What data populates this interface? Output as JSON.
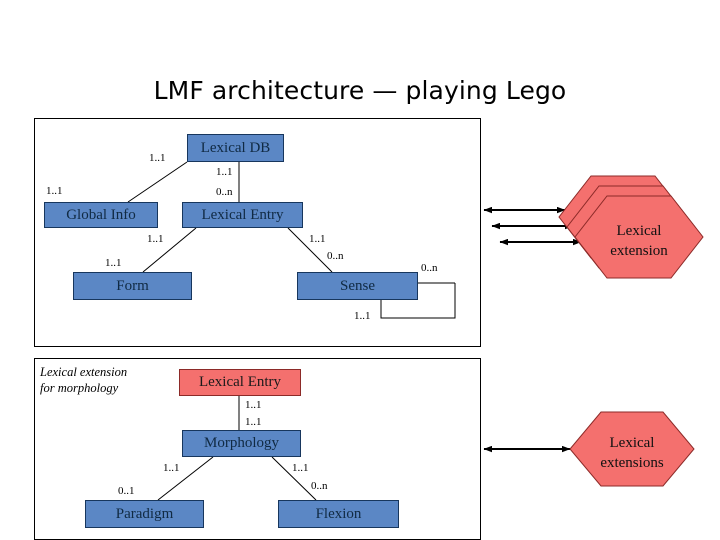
{
  "slide": {
    "title": "LMF architecture — playing Lego"
  },
  "core_panel": {
    "nodes": [
      {
        "id": "lexical-db",
        "label": "Lexical DB",
        "color": "blue"
      },
      {
        "id": "global-info",
        "label": "Global Info",
        "color": "blue"
      },
      {
        "id": "lexical-entry",
        "label": "Lexical Entry",
        "color": "blue"
      },
      {
        "id": "form",
        "label": "Form",
        "color": "blue"
      },
      {
        "id": "sense",
        "label": "Sense",
        "color": "blue"
      }
    ],
    "multiplicities": [
      {
        "id": "db-globalinfo-top",
        "value": "1..1"
      },
      {
        "id": "db-globalinfo-bottom",
        "value": "1..1"
      },
      {
        "id": "db-entry-top",
        "value": "1..1"
      },
      {
        "id": "db-entry-bottom",
        "value": "0..n"
      },
      {
        "id": "entry-form-top",
        "value": "1..1"
      },
      {
        "id": "entry-form-bottom",
        "value": "1..1"
      },
      {
        "id": "entry-sense-top",
        "value": "1..1"
      },
      {
        "id": "entry-sense-bottom",
        "value": "0..n"
      },
      {
        "id": "sense-self-top",
        "value": "0..n"
      },
      {
        "id": "sense-self-bottom",
        "value": "1..1"
      }
    ]
  },
  "morphology_panel": {
    "note_line1": "Lexical extension",
    "note_line2": "for morphology",
    "nodes": [
      {
        "id": "m-lexical-entry",
        "label": "Lexical Entry",
        "color": "red"
      },
      {
        "id": "m-morphology",
        "label": "Morphology",
        "color": "blue"
      },
      {
        "id": "m-paradigm",
        "label": "Paradigm",
        "color": "blue"
      },
      {
        "id": "m-flexion",
        "label": "Flexion",
        "color": "blue"
      }
    ],
    "multiplicities": [
      {
        "id": "entry-morph-top",
        "value": "1..1"
      },
      {
        "id": "entry-morph-bottom",
        "value": "1..1"
      },
      {
        "id": "morph-paradigm-top",
        "value": "1..1"
      },
      {
        "id": "morph-paradigm-bot",
        "value": "0..1"
      },
      {
        "id": "morph-flexion-top",
        "value": "1..1"
      },
      {
        "id": "morph-flexion-bot",
        "value": "0..n"
      }
    ]
  },
  "extensions": {
    "top": {
      "line1": "Lexical",
      "line2": "extension",
      "stack_count": 3
    },
    "bottom": {
      "line1": "Lexical",
      "line2": "extensions"
    }
  },
  "colors": {
    "node_blue": "#5b87c5",
    "node_red": "#f4706e",
    "stroke": "#000000",
    "text": "#000000"
  }
}
